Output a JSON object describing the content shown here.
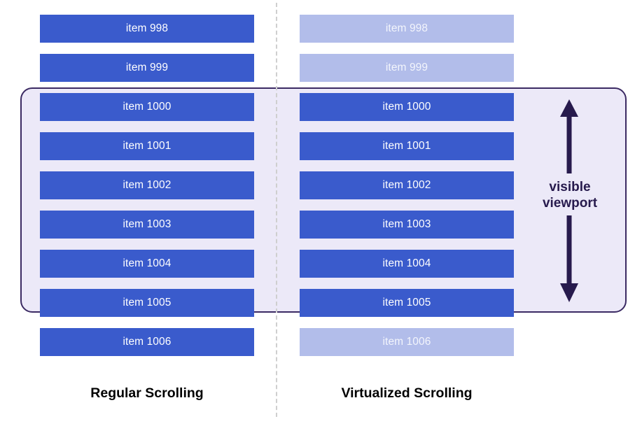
{
  "diagram": {
    "title": "Regular Scrolling vs Virtualized Scrolling",
    "colors": {
      "item_solid": "#3a5bcc",
      "item_faded": "#b2bdea",
      "viewport_fill": "#ece9f8",
      "viewport_border": "#3b2a63",
      "arrow": "#271a4d",
      "divider": "#cfcfcf",
      "item_text": "#ffffff",
      "caption_text": "#000000"
    }
  },
  "columns": {
    "left": {
      "caption": "Regular Scrolling",
      "items": [
        {
          "label": "item 998",
          "state": "solid",
          "in_viewport": false
        },
        {
          "label": "item 999",
          "state": "solid",
          "in_viewport": false
        },
        {
          "label": "item 1000",
          "state": "solid",
          "in_viewport": true
        },
        {
          "label": "item 1001",
          "state": "solid",
          "in_viewport": true
        },
        {
          "label": "item 1002",
          "state": "solid",
          "in_viewport": true
        },
        {
          "label": "item 1003",
          "state": "solid",
          "in_viewport": true
        },
        {
          "label": "item 1004",
          "state": "solid",
          "in_viewport": true
        },
        {
          "label": "item 1005",
          "state": "solid",
          "in_viewport": true
        },
        {
          "label": "item 1006",
          "state": "solid",
          "in_viewport": false
        }
      ]
    },
    "right": {
      "caption": "Virtualized Scrolling",
      "items": [
        {
          "label": "item 998",
          "state": "faded",
          "in_viewport": false
        },
        {
          "label": "item 999",
          "state": "faded",
          "in_viewport": false
        },
        {
          "label": "item 1000",
          "state": "solid",
          "in_viewport": true
        },
        {
          "label": "item 1001",
          "state": "solid",
          "in_viewport": true
        },
        {
          "label": "item 1002",
          "state": "solid",
          "in_viewport": true
        },
        {
          "label": "item 1003",
          "state": "solid",
          "in_viewport": true
        },
        {
          "label": "item 1004",
          "state": "solid",
          "in_viewport": true
        },
        {
          "label": "item 1005",
          "state": "solid",
          "in_viewport": true
        },
        {
          "label": "item 1006",
          "state": "faded",
          "in_viewport": false
        }
      ]
    }
  },
  "viewport_annotation": {
    "label_line_1": "visible",
    "label_line_2": "viewport",
    "arrow_icon": "double-headed-vertical-arrow-icon"
  }
}
